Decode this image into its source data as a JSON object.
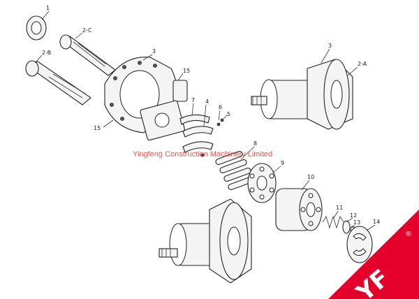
{
  "watermark": "Yingfeng Construction Machinery Limited",
  "logo": {
    "text": "YF",
    "mark": "®",
    "color": "#e4002b"
  },
  "callouts": [
    "1",
    "2-C",
    "2-B",
    "3",
    "3",
    "2-A",
    "15",
    "15",
    "7",
    "4",
    "6",
    "5",
    "8",
    "9",
    "10",
    "11",
    "12",
    "13",
    "14"
  ]
}
